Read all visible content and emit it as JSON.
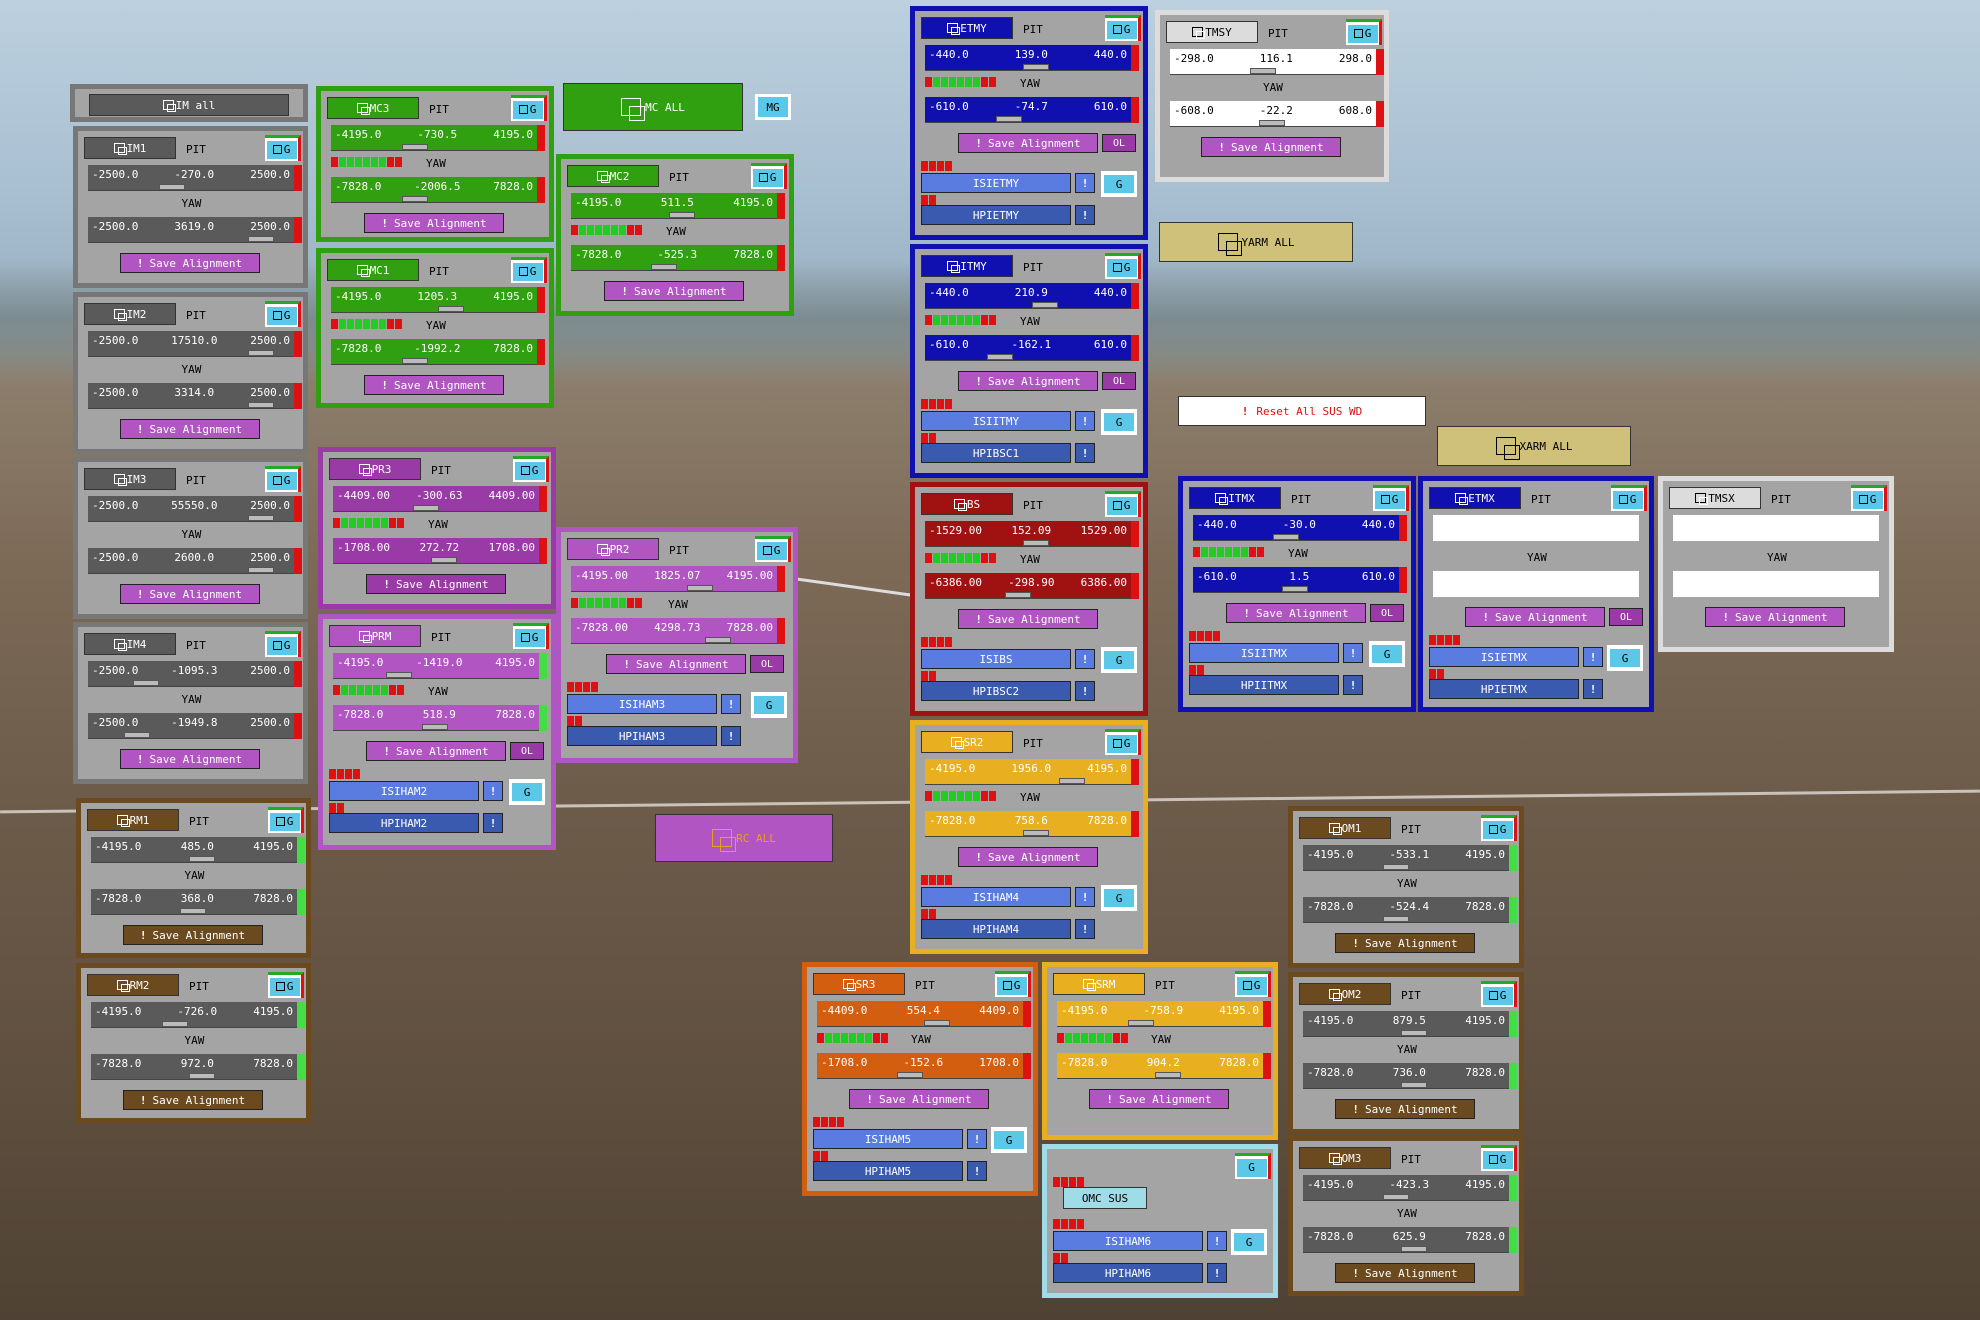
{
  "common": {
    "pit": "PIT",
    "yaw": "YAW",
    "save": "Save Alignment",
    "g": "G",
    "ol": "OL",
    "exc": "!"
  },
  "colors": {
    "gray": "#5a5a5a",
    "green": "#31a010",
    "purple": "#9a3aa6",
    "violet": "#b155c2",
    "blue": "#1010b0",
    "lblue": "#5a7ce0",
    "red": "#a01212",
    "yellow": "#e8b020",
    "orange": "#d45e10",
    "brown": "#6a4a1e",
    "white": "#dcdcdc"
  },
  "buttons": {
    "im_all": "IM all",
    "mc_all": "MC ALL",
    "mc_g": "MG",
    "yarm_all": "YARM ALL",
    "xarm_all": "XARM ALL",
    "rc_all": "RC ALL",
    "reset_wd": "Reset All SUS WD"
  },
  "panels": [
    {
      "id": "IM1",
      "pit": [
        "-2500.0",
        "-270.0",
        "2500.0"
      ],
      "yaw": [
        "-2500.0",
        "3619.0",
        "2500.0"
      ]
    },
    {
      "id": "IM2",
      "pit": [
        "-2500.0",
        "17510.0",
        "2500.0"
      ],
      "yaw": [
        "-2500.0",
        "3314.0",
        "2500.0"
      ]
    },
    {
      "id": "IM3",
      "pit": [
        "-2500.0",
        "55550.0",
        "2500.0"
      ],
      "yaw": [
        "-2500.0",
        "2600.0",
        "2500.0"
      ]
    },
    {
      "id": "IM4",
      "pit": [
        "-2500.0",
        "-1095.3",
        "2500.0"
      ],
      "yaw": [
        "-2500.0",
        "-1949.8",
        "2500.0"
      ]
    },
    {
      "id": "RM1",
      "pit": [
        "-4195.0",
        "485.0",
        "4195.0"
      ],
      "yaw": [
        "-7828.0",
        "368.0",
        "7828.0"
      ]
    },
    {
      "id": "RM2",
      "pit": [
        "-4195.0",
        "-726.0",
        "4195.0"
      ],
      "yaw": [
        "-7828.0",
        "972.0",
        "7828.0"
      ]
    },
    {
      "id": "MC3",
      "pit": [
        "-4195.0",
        "-730.5",
        "4195.0"
      ],
      "yaw": [
        "-7828.0",
        "-2006.5",
        "7828.0"
      ]
    },
    {
      "id": "MC1",
      "pit": [
        "-4195.0",
        "1205.3",
        "4195.0"
      ],
      "yaw": [
        "-7828.0",
        "-1992.2",
        "7828.0"
      ]
    },
    {
      "id": "MC2",
      "pit": [
        "-4195.0",
        "511.5",
        "4195.0"
      ],
      "yaw": [
        "-7828.0",
        "-525.3",
        "7828.0"
      ]
    },
    {
      "id": "PR3",
      "pit": [
        "-4409.00",
        "-300.63",
        "4409.00"
      ],
      "yaw": [
        "-1708.00",
        "272.72",
        "1708.00"
      ]
    },
    {
      "id": "PRM",
      "pit": [
        "-4195.0",
        "-1419.0",
        "4195.0"
      ],
      "yaw": [
        "-7828.0",
        "518.9",
        "7828.0"
      ],
      "isi": "ISIHAM2",
      "hpi": "HPIHAM2"
    },
    {
      "id": "PR2",
      "pit": [
        "-4195.00",
        "1825.07",
        "4195.00"
      ],
      "yaw": [
        "-7828.00",
        "4298.73",
        "7828.00"
      ],
      "isi": "ISIHAM3",
      "hpi": "HPIHAM3"
    },
    {
      "id": "ETMY",
      "pit": [
        "-440.0",
        "139.0",
        "440.0"
      ],
      "yaw": [
        "-610.0",
        "-74.7",
        "610.0"
      ],
      "isi": "ISIETMY",
      "hpi": "HPIETMY"
    },
    {
      "id": "ITMY",
      "pit": [
        "-440.0",
        "210.9",
        "440.0"
      ],
      "yaw": [
        "-610.0",
        "-162.1",
        "610.0"
      ],
      "isi": "ISIITMY",
      "hpi": "HPIBSC1"
    },
    {
      "id": "BS",
      "pit": [
        "-1529.00",
        "152.09",
        "1529.00"
      ],
      "yaw": [
        "-6386.00",
        "-298.90",
        "6386.00"
      ],
      "isi": "ISIBS",
      "hpi": "HPIBSC2"
    },
    {
      "id": "SR2",
      "pit": [
        "-4195.0",
        "1956.0",
        "4195.0"
      ],
      "yaw": [
        "-7828.0",
        "758.6",
        "7828.0"
      ],
      "isi": "ISIHAM4",
      "hpi": "HPIHAM4"
    },
    {
      "id": "SR3",
      "pit": [
        "-4409.0",
        "554.4",
        "4409.0"
      ],
      "yaw": [
        "-1708.0",
        "-152.6",
        "1708.0"
      ],
      "isi": "ISIHAM5",
      "hpi": "HPIHAM5"
    },
    {
      "id": "SRM",
      "pit": [
        "-4195.0",
        "-758.9",
        "4195.0"
      ],
      "yaw": [
        "-7828.0",
        "904.2",
        "7828.0"
      ]
    },
    {
      "id": "OMC SUS",
      "isi": "ISIHAM6",
      "hpi": "HPIHAM6"
    },
    {
      "id": "TMSY",
      "pit": [
        "-298.0",
        "116.1",
        "298.0"
      ],
      "yaw": [
        "-608.0",
        "-22.2",
        "608.0"
      ]
    },
    {
      "id": "ITMX",
      "pit": [
        "-440.0",
        "-30.0",
        "440.0"
      ],
      "yaw": [
        "-610.0",
        "1.5",
        "610.0"
      ],
      "isi": "ISIITMX",
      "hpi": "HPIITMX"
    },
    {
      "id": "ETMX",
      "isi": "ISIETMX",
      "hpi": "HPIETMX"
    },
    {
      "id": "TMSX"
    },
    {
      "id": "OM1",
      "pit": [
        "-4195.0",
        "-533.1",
        "4195.0"
      ],
      "yaw": [
        "-7828.0",
        "-524.4",
        "7828.0"
      ]
    },
    {
      "id": "OM2",
      "pit": [
        "-4195.0",
        "879.5",
        "4195.0"
      ],
      "yaw": [
        "-7828.0",
        "736.0",
        "7828.0"
      ]
    },
    {
      "id": "OM3",
      "pit": [
        "-4195.0",
        "-423.3",
        "4195.0"
      ],
      "yaw": [
        "-7828.0",
        "625.9",
        "7828.0"
      ]
    }
  ]
}
